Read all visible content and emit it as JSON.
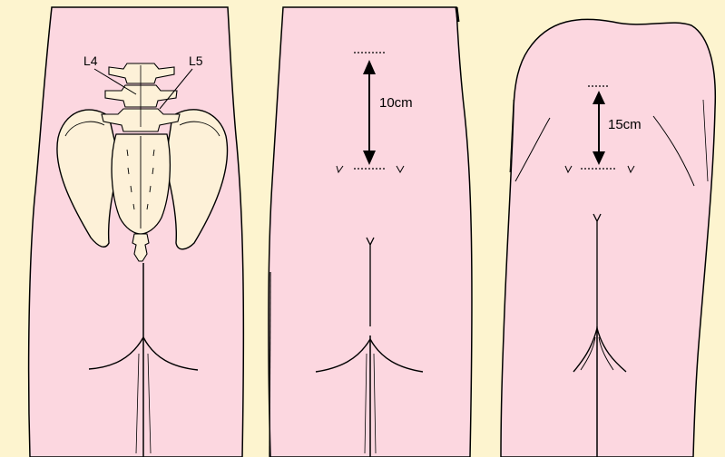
{
  "panels": [
    {
      "id": "pelvis",
      "labels": [
        "L4",
        "L5"
      ]
    },
    {
      "id": "back-10",
      "measurement": "10cm"
    },
    {
      "id": "back-15",
      "measurement": "15cm"
    }
  ],
  "colors": {
    "background": "#fdf4cf",
    "skin": "#fcd7e0",
    "bone": "#fdf1d8",
    "outline": "#000000"
  }
}
